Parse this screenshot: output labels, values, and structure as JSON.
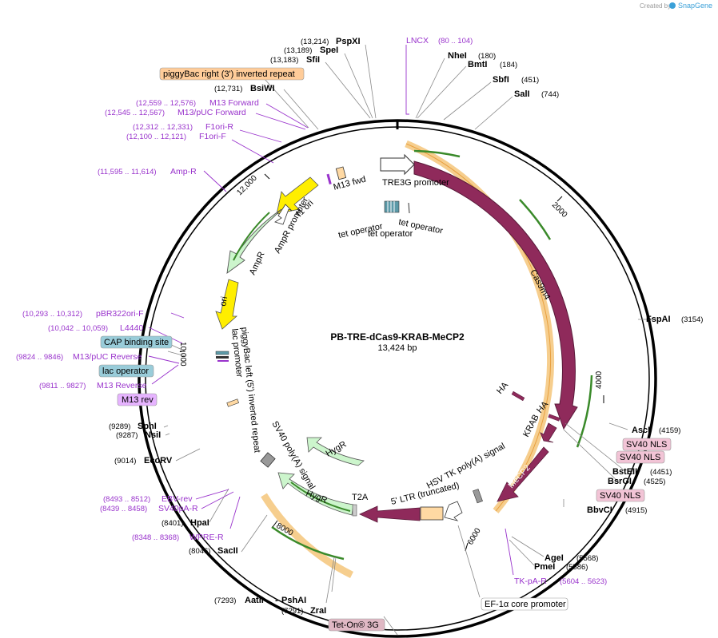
{
  "brand": {
    "created_by": "Created by",
    "name": "SnapGene"
  },
  "plasmid": {
    "name": "PB-TRE-dCas9-KRAB-MeCP2",
    "length": "13,424 bp"
  },
  "colors": {
    "cas9": "#8f2a5b",
    "ori": "#ffee00",
    "ampr": "#ccf5cc",
    "orf": "#ffd9a3",
    "primer": "#9933cc",
    "tet": "#5c9aa8",
    "nls": "#f2c4d6",
    "cap": "#99ccd9",
    "m13rev": "#e6b3ff",
    "tetlabel": "#e0b8c4",
    "piggy": "#ffcc99"
  },
  "ticks": [
    "2000",
    "4000",
    "6000",
    "8000",
    "10,000",
    "12,000"
  ],
  "enzymes": [
    {
      "name": "PspXI",
      "pos": "(13,214)"
    },
    {
      "name": "SpeI",
      "pos": "(13,189)"
    },
    {
      "name": "SfiI",
      "pos": "(13,183)"
    },
    {
      "name": "BsiWI",
      "pos": "(12,731)"
    },
    {
      "name": "NheI",
      "pos": "(180)"
    },
    {
      "name": "BmtI",
      "pos": "(184)"
    },
    {
      "name": "SbfI",
      "pos": "(451)"
    },
    {
      "name": "SalI",
      "pos": "(744)"
    },
    {
      "name": "FspAI",
      "pos": "(3154)"
    },
    {
      "name": "AscI",
      "pos": "(4159)"
    },
    {
      "name": "BstEII",
      "pos": "(4451)"
    },
    {
      "name": "BsrGI",
      "pos": "(4525)"
    },
    {
      "name": "BbvCI",
      "pos": "(4915)"
    },
    {
      "name": "AgeI",
      "pos": "(5568)"
    },
    {
      "name": "PmeI",
      "pos": "(5586)"
    },
    {
      "name": "AatII",
      "pos": "(7293)"
    },
    {
      "name": "PshAI",
      "pos": ""
    },
    {
      "name": "ZraI",
      "pos": "(7291)"
    },
    {
      "name": "SacII",
      "pos": "(8046)"
    },
    {
      "name": "HpaI",
      "pos": "(8401)"
    },
    {
      "name": "EcoRV",
      "pos": "(9014)"
    },
    {
      "name": "SphI",
      "pos": "(9289)"
    },
    {
      "name": "NsiI",
      "pos": "(9287)"
    }
  ],
  "primers": [
    {
      "name": "LNCX",
      "pos": "(80 .. 104)"
    },
    {
      "name": "M13 Forward",
      "pos": "(12,559 .. 12,576)"
    },
    {
      "name": "M13/pUC Forward",
      "pos": "(12,545 .. 12,567)"
    },
    {
      "name": "F1ori-R",
      "pos": "(12,312 .. 12,331)"
    },
    {
      "name": "F1ori-F",
      "pos": "(12,100 .. 12,121)"
    },
    {
      "name": "Amp-R",
      "pos": "(11,595 .. 11,614)"
    },
    {
      "name": "pBR322ori-F",
      "pos": "(10,293 .. 10,312)"
    },
    {
      "name": "L4440",
      "pos": "(10,042 .. 10,059)"
    },
    {
      "name": "M13/pUC Reverse",
      "pos": "(9824 .. 9846)"
    },
    {
      "name": "M13 Reverse",
      "pos": "(9811 .. 9827)"
    },
    {
      "name": "EBV-rev",
      "pos": "(8493 .. 8512)"
    },
    {
      "name": "SV40pA-R",
      "pos": "(8439 .. 8458)"
    },
    {
      "name": "WPRE-R",
      "pos": "(8348 .. 8368)"
    },
    {
      "name": "TK-pA-R",
      "pos": "(5604 .. 5623)"
    }
  ],
  "boxed_labels": {
    "piggybac_right": "piggyBac right (3') inverted repeat",
    "cap": "CAP binding site",
    "lac_operator": "lac operator",
    "m13_rev": "M13 rev",
    "sv40nls_1": "SV40 NLS",
    "sv40nls_2": "SV40 NLS",
    "sv40nls_3": "SV40 NLS",
    "tet_on": "Tet-On® 3G",
    "ef1a": "EF-1α core promoter"
  },
  "features": {
    "tre3g": "TRE3G promoter",
    "cas9m4": "Cas9m4",
    "tet1": "tet operator",
    "tet2": "tet operator",
    "tet3": "tet operator",
    "m13fwd": "M13 fwd",
    "f1ori": "f1 ori",
    "ampr_promoter": "AmpR promoter",
    "ampr": "AmpR",
    "ori": "ori",
    "piggy_left": "piggyBac left (5') inverted repeat",
    "lac_promoter": "lac promoter",
    "ha1": "HA",
    "ha2": "HA",
    "krab": "KRAB",
    "mecp2": "MeCP2",
    "hsv": "HSV TK poly(A) signal",
    "ltr": "5' LTR (truncated)",
    "sv40pa": "SV40 poly(A) signal",
    "hygr1": "HygR",
    "hygr2": "HygR",
    "t2a": "T2A"
  }
}
